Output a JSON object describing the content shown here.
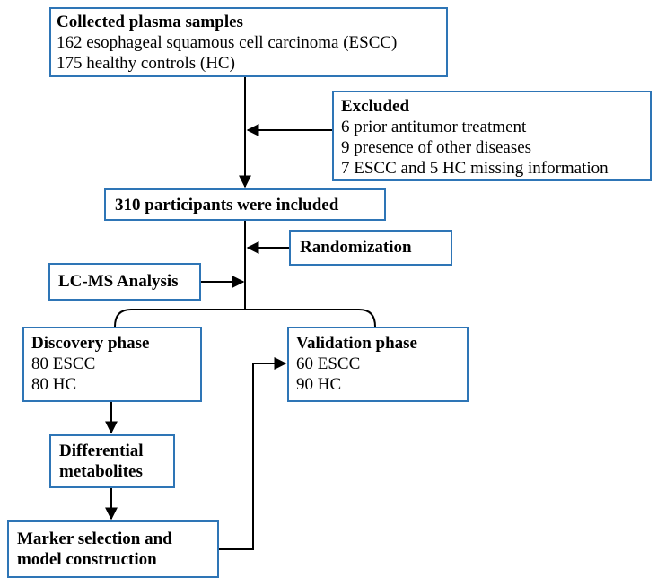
{
  "collected": {
    "title": "Collected plasma samples",
    "lines": [
      "162 esophageal squamous cell carcinoma (ESCC)",
      "175 healthy controls (HC)"
    ]
  },
  "excluded": {
    "title": "Excluded",
    "lines": [
      "6 prior antitumor treatment",
      "9 presence of other diseases",
      "7 ESCC and 5 HC missing information"
    ]
  },
  "included": {
    "title": "310 participants were included"
  },
  "randomization": {
    "title": "Randomization"
  },
  "lcms": {
    "title": "LC-MS Analysis"
  },
  "discovery": {
    "title": "Discovery phase",
    "lines": [
      "80 ESCC",
      "80 HC"
    ]
  },
  "validation": {
    "title": "Validation phase",
    "lines": [
      "60 ESCC",
      "90 HC"
    ]
  },
  "differential": {
    "title_lines": [
      "Differential",
      "metabolites"
    ]
  },
  "marker": {
    "title_lines": [
      "Marker selection and",
      "model construction"
    ]
  },
  "colors": {
    "box_border": "#2e75b6",
    "arrow": "#000000"
  }
}
